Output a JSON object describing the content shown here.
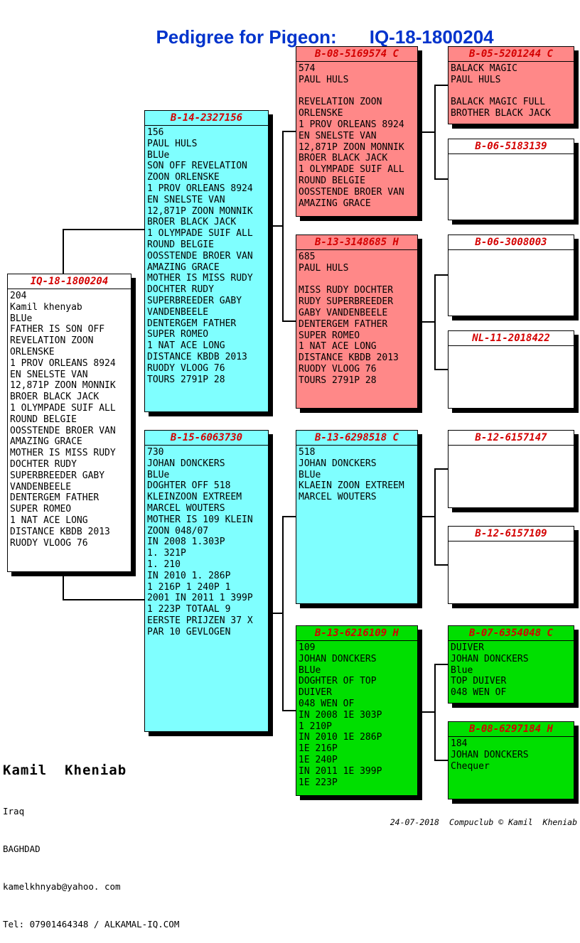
{
  "header": {
    "label": "Pedigree for Pigeon:",
    "ring": "IQ-18-1800204"
  },
  "colors": {
    "cyan": "#7fffff",
    "salmon": "#ff8888",
    "green": "#00df00",
    "white": "#ffffff",
    "title_red": "#d40000",
    "header_blue": "#0033cc"
  },
  "boxes": {
    "subject": {
      "ring": "IQ-18-1800204",
      "color": "#ffffff",
      "body": [
        "204",
        "Kamil khenyab",
        "BLUe",
        "FATHER IS SON OFF",
        "REVELATION ZOON",
        "ORLENSKE",
        "1 PROV ORLEANS 8924",
        "EN SNELSTE VAN",
        "12,871P ZOON MONNIK",
        "BROER BLACK JACK",
        "1 OLYMPADE SUIF ALL",
        "ROUND BELGIE",
        "OOSSTENDE BROER VAN",
        "AMAZING GRACE",
        "MOTHER IS MISS RUDY",
        "DOCHTER RUDY",
        "SUPERBREEDER GABY",
        "VANDENBEELE",
        "DENTERGEM FATHER",
        "SUPER ROMEO",
        "1 NAT ACE LONG",
        "DISTANCE KBDB 2013",
        "RUODY VLOOG 76"
      ]
    },
    "sire": {
      "ring": "B-14-2327156",
      "color": "#7fffff",
      "body": [
        "156",
        "PAUL HULS",
        "BLUe",
        "SON OFF REVELATION",
        "ZOON ORLENSKE",
        "1 PROV ORLEANS 8924",
        "EN SNELSTE VAN",
        "12,871P ZOON MONNIK",
        "BROER BLACK JACK",
        "1 OLYMPADE SUIF ALL",
        "ROUND BELGIE",
        "OOSSTENDE BROER VAN",
        "AMAZING GRACE",
        "MOTHER IS MISS RUDY",
        "DOCHTER RUDY",
        "SUPERBREEDER GABY",
        "VANDENBEELE",
        "DENTERGEM FATHER",
        "SUPER ROMEO",
        "1 NAT ACE LONG",
        "DISTANCE KBDB 2013",
        "RUODY VLOOG 76",
        "TOURS 2791P 28"
      ]
    },
    "dam": {
      "ring": "B-15-6063730",
      "color": "#7fffff",
      "body": [
        "730",
        "JOHAN DONCKERS",
        "BLUe",
        "DOGHTER OFF 518",
        "KLEINZOON EXTREEM",
        "MARCEL WOUTERS",
        "MOTHER IS 109 KLEIN",
        "ZOON 048/07",
        "IN 2008 1.303P",
        "1. 321P",
        "1. 210",
        "IN 2010 1. 286P",
        "1 216P 1 240P 1",
        "2001 IN 2011 1 399P",
        "1 223P TOTAAL 9",
        "EERSTE PRIJZEN 37 X",
        "PAR 10 GEVLOGEN"
      ]
    },
    "sire_sire": {
      "ring": "B-08-5169574 C",
      "color": "#ff8888",
      "body": [
        "574",
        "PAUL HULS",
        "",
        "REVELATION ZOON",
        "ORLENSKE",
        "1 PROV ORLEANS 8924",
        "EN SNELSTE VAN",
        "12,871P ZOON MONNIK",
        "BROER BLACK JACK",
        "1 OLYMPADE SUIF ALL",
        "ROUND BELGIE",
        "OOSSTENDE BROER VAN",
        "AMAZING GRACE"
      ]
    },
    "sire_dam": {
      "ring": "B-13-3148685 H",
      "color": "#ff8888",
      "body": [
        "685",
        "PAUL HULS",
        "",
        "MISS RUDY DOCHTER",
        "RUDY SUPERBREEDER",
        "GABY VANDENBEELE",
        "DENTERGEM FATHER",
        "SUPER ROMEO",
        "1 NAT ACE LONG",
        "DISTANCE KBDB 2013",
        "RUODY VLOOG 76",
        "TOURS 2791P 28"
      ]
    },
    "dam_sire": {
      "ring": "B-13-6298518 C",
      "color": "#7fffff",
      "body": [
        "518",
        "JOHAN DONCKERS",
        "BLUe",
        "KLAEIN ZOON EXTREEM",
        "MARCEL WOUTERS"
      ]
    },
    "dam_dam": {
      "ring": "B-13-6216109 H",
      "color": "#00df00",
      "body": [
        "109",
        "JOHAN DONCKERS",
        "BLUe",
        "DOGHTER OF TOP",
        "DUIVER",
        "048 WEN OF",
        "IN 2008 1E 303P",
        "1 210P",
        "IN 2010 1E 286P",
        "1E 216P",
        "1E 240P",
        "IN 2011 1E 399P",
        "1E 223P"
      ]
    },
    "sire_sire_sire": {
      "ring": "B-05-5201244 C",
      "color": "#ff8888",
      "body": [
        "BALACK MAGIC",
        "PAUL HULS",
        "",
        "BALACK MAGIC FULL",
        "BROTHER BLACK JACK"
      ]
    },
    "sire_sire_dam": {
      "ring": "B-06-5183139",
      "color": "#ffffff",
      "body": []
    },
    "sire_dam_sire": {
      "ring": "B-06-3008003",
      "color": "#ffffff",
      "body": []
    },
    "sire_dam_dam": {
      "ring": "NL-11-2018422",
      "color": "#ffffff",
      "body": []
    },
    "dam_sire_sire": {
      "ring": "B-12-6157147",
      "color": "#ffffff",
      "body": []
    },
    "dam_sire_dam": {
      "ring": "B-12-6157109",
      "color": "#ffffff",
      "body": []
    },
    "dam_dam_sire": {
      "ring": "B-07-6354048 C",
      "color": "#00df00",
      "body": [
        "DUIVER",
        "JOHAN DONCKERS",
        "Blue",
        "TOP DUIVER",
        "048 WEN OF"
      ]
    },
    "dam_dam_dam": {
      "ring": "B-08-6297184 H",
      "color": "#00df00",
      "body": [
        "184",
        "JOHAN DONCKERS",
        "Chequer"
      ]
    }
  },
  "footer": {
    "owner": "Kamil  Kheniab",
    "country": "Iraq",
    "city": "BAGHDAD",
    "email": "kamelkhnyab@yahoo. com",
    "tel": "Tel: 07901464348 / ALKAMAL-IQ.COM",
    "date": "24-07-2018",
    "credit": "Compuclub © Kamil  Kheniab"
  }
}
